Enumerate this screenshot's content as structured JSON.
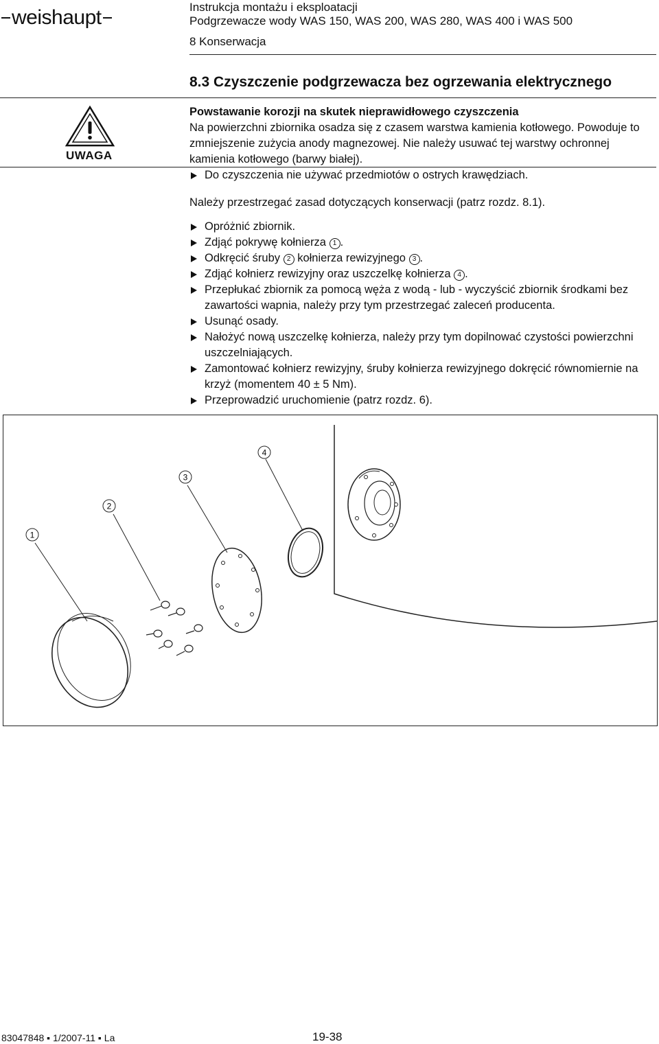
{
  "header": {
    "logo_text": "weishaupt",
    "doc_title": "Instrukcja montażu i eksploatacji",
    "doc_subtitle": "Podgrzewacze wody WAS 150, WAS 200, WAS 280, WAS 400 i WAS 500",
    "section": "8 Konserwacja"
  },
  "title": "8.3 Czyszczenie podgrzewacza bez ogrzewania elektrycznego",
  "warning": {
    "label": "UWAGA",
    "icon": "warning-triangle-icon",
    "heading": "Powstawanie korozji na skutek nieprawidłowego czyszczenia",
    "text": "Na powierzchni zbiornika osadza się z czasem warstwa kamienia kotłowego. Powoduje to zmniejszenie zużycia anody magnezowej. Nie należy usuwać tej warstwy ochronnej kamienia kotłowego (barwy białej).",
    "bullet": "Do czyszczenia nie używać przedmiotów o ostrych krawędziach."
  },
  "intro": "Należy przestrzegać zasad dotyczących konserwacji (patrz rozdz. 8.1).",
  "steps": [
    {
      "text": "Opróżnić zbiornik."
    },
    {
      "pre": "Zdjąć pokrywę kołnierza ",
      "m1": "1",
      "post": "."
    },
    {
      "pre": "Odkręcić śruby ",
      "m1": "2",
      "mid": " kołnierza rewizyjnego ",
      "m2": "3",
      "post": "."
    },
    {
      "pre": "Zdjąć kołnierz rewizyjny oraz uszczelkę kołnierza ",
      "m1": "4",
      "post": "."
    },
    {
      "text": "Przepłukać zbiornik za pomocą węża z wodą - lub - wyczyścić zbiornik środkami bez zawartości wapnia, należy przy tym przestrzegać zaleceń producenta."
    },
    {
      "text": "Usunąć osady."
    },
    {
      "text": "Nałożyć nową uszczelkę kołnierza, należy przy tym dopilnować czystości powierzchni uszczelniających."
    },
    {
      "text": "Zamontować kołnierz rewizyjny, śruby kołnierza rewizyjnego dokręcić równomiernie na krzyż (momentem 40 ± 5 Nm)."
    },
    {
      "text": "Przeprowadzić uruchomienie (patrz rozdz. 6)."
    }
  ],
  "figure": {
    "labels": [
      "1",
      "2",
      "3",
      "4"
    ]
  },
  "footer": {
    "doc_code": "83047848 ▪ 1/2007-11 ▪ La",
    "page": "19-38"
  }
}
